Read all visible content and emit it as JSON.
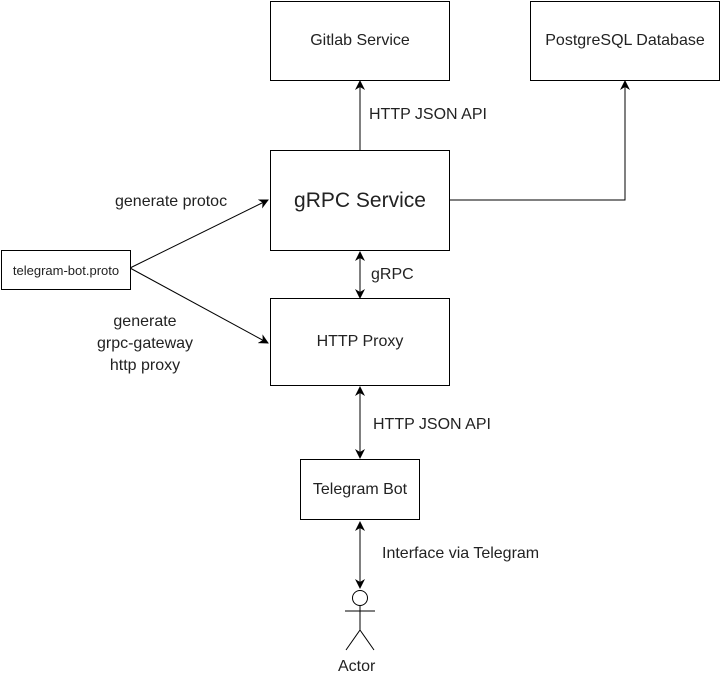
{
  "nodes": {
    "gitlab": "Gitlab Service",
    "postgres": "PostgreSQL Database",
    "grpc_service": "gRPC Service",
    "proto": "telegram-bot.proto",
    "http_proxy": "HTTP Proxy",
    "telegram_bot": "Telegram Bot",
    "actor": "Actor"
  },
  "edges": {
    "grpc_to_gitlab": "HTTP JSON API",
    "proto_to_grpc": "generate protoc",
    "proxy_grpc": "gRPC",
    "proto_to_proxy": [
      "generate",
      "grpc-gateway",
      "http proxy"
    ],
    "bot_proxy": "HTTP JSON API",
    "actor_bot": "Interface via Telegram"
  },
  "colors": {
    "stroke": "#000000",
    "text": "#222222",
    "background": "#ffffff"
  },
  "icons": {
    "actor": "stick-figure-icon"
  }
}
